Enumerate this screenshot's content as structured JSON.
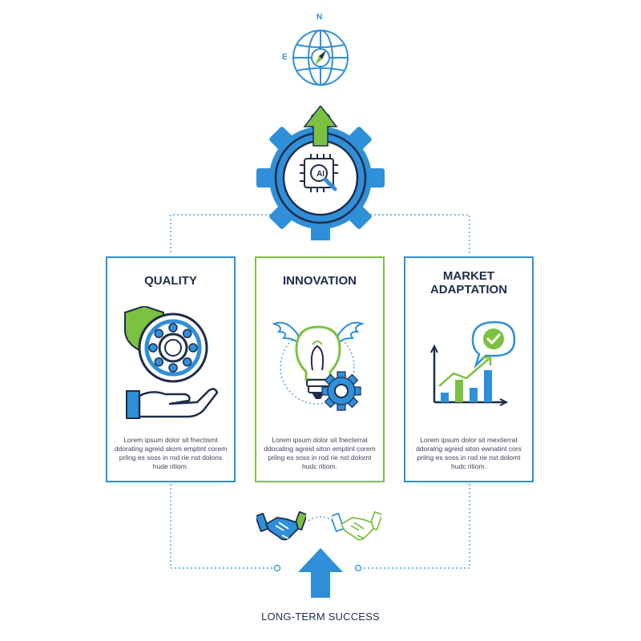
{
  "compass": {
    "north_letter": "N",
    "east_letter": "E"
  },
  "hub": {
    "chip_label": "AI"
  },
  "cards": [
    {
      "id": "quality",
      "title": "QUALITY",
      "description": "Lorem ipsum dolor sit fnectismt ddorating agreid skom emptint corem prilng es soss in rod rie nst dolons hude ritiom."
    },
    {
      "id": "innovation",
      "title": "INNOVATION",
      "description": "Lorem ipsum dolor sit fnecterrat ddocating agreid siton emptint corem prilng es soss in rod rie nst dolomt hudc ritiom."
    },
    {
      "id": "market",
      "title_line1": "MARKET",
      "title_line2": "ADAPTATION",
      "description": "Lorem ipsum dolor sit mextierrat ddoralng agreid siton ewnatint cors prilng es soss in rod rie nst dolomt hudc ritiom."
    }
  ],
  "footer": {
    "label": "LONG-TERM SUCCESS"
  },
  "colors": {
    "blue": "#2f8fd8",
    "green": "#7cc142",
    "navy": "#1f2d4a"
  }
}
